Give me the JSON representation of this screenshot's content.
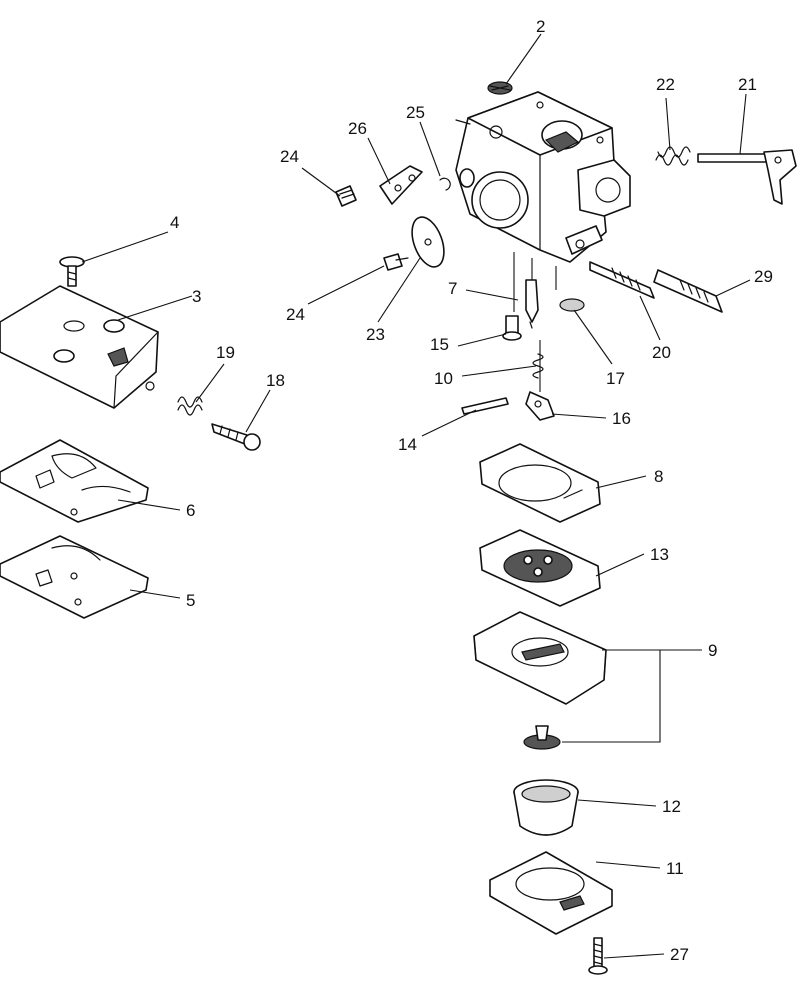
{
  "diagram": {
    "kind": "exploded parts view",
    "colors": {
      "line": "#111111",
      "background": "#ffffff",
      "shade": "#cfcfcf"
    },
    "callouts": [
      {
        "id": "c2",
        "label": "2"
      },
      {
        "id": "c22",
        "label": "22"
      },
      {
        "id": "c21",
        "label": "21"
      },
      {
        "id": "c26",
        "label": "26"
      },
      {
        "id": "c25",
        "label": "25"
      },
      {
        "id": "c24a",
        "label": "24"
      },
      {
        "id": "c4",
        "label": "4"
      },
      {
        "id": "c3",
        "label": "3"
      },
      {
        "id": "c24b",
        "label": "24"
      },
      {
        "id": "c23",
        "label": "23"
      },
      {
        "id": "c7",
        "label": "7"
      },
      {
        "id": "c15",
        "label": "15"
      },
      {
        "id": "c29",
        "label": "29"
      },
      {
        "id": "c20",
        "label": "20"
      },
      {
        "id": "c17",
        "label": "17"
      },
      {
        "id": "c10",
        "label": "10"
      },
      {
        "id": "c19",
        "label": "19"
      },
      {
        "id": "c18",
        "label": "18"
      },
      {
        "id": "c16",
        "label": "16"
      },
      {
        "id": "c14",
        "label": "14"
      },
      {
        "id": "c8",
        "label": "8"
      },
      {
        "id": "c6",
        "label": "6"
      },
      {
        "id": "c13",
        "label": "13"
      },
      {
        "id": "c5",
        "label": "5"
      },
      {
        "id": "c9",
        "label": "9"
      },
      {
        "id": "c12",
        "label": "12"
      },
      {
        "id": "c11",
        "label": "11"
      },
      {
        "id": "c27",
        "label": "27"
      }
    ]
  }
}
